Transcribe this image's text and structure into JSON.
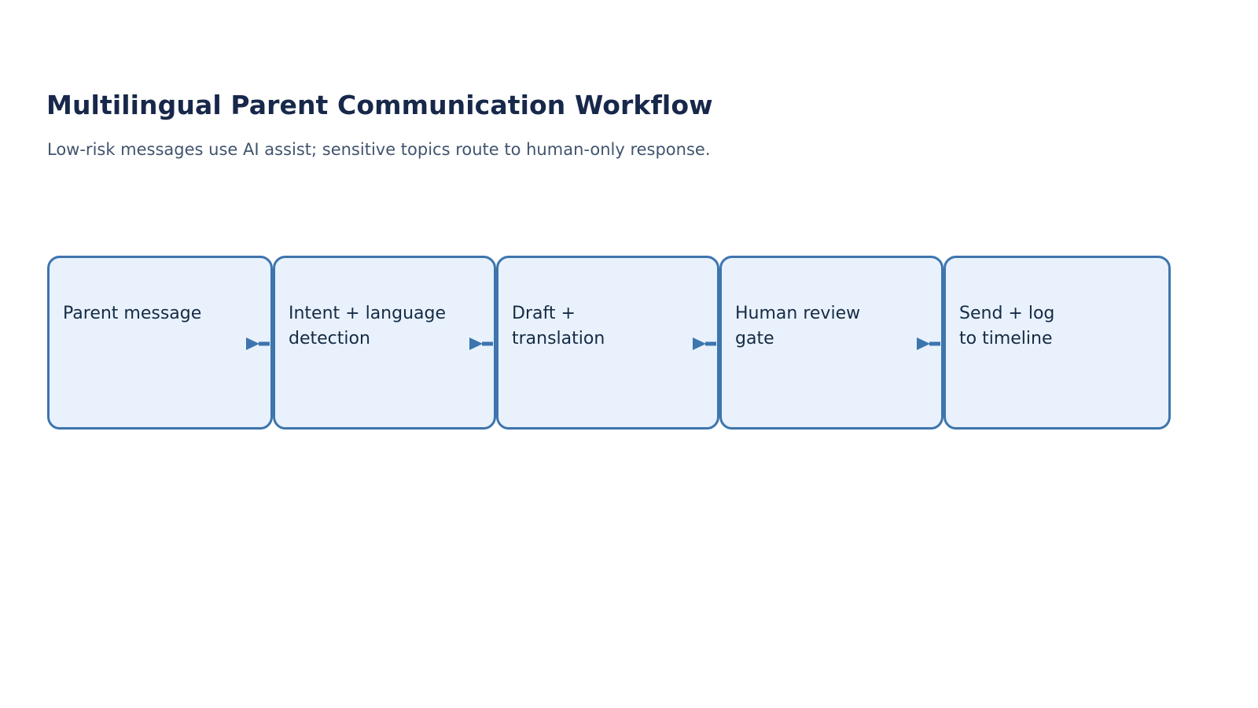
{
  "header": {
    "title": "Multilingual Parent Communication Workflow",
    "subtitle": "Low-risk messages use AI assist; sensitive topics route to human-only response."
  },
  "diagram": {
    "type": "horizontal-flow",
    "orientation": "left-to-right",
    "node_count": 5,
    "connector_count": 4,
    "connector_icon": "arrow-right-icon",
    "nodes": [
      {
        "id": "parent-message",
        "label": "Parent message"
      },
      {
        "id": "intent-language",
        "label": "Intent + language\ndetection"
      },
      {
        "id": "draft-translation",
        "label": "Draft +\ntranslation"
      },
      {
        "id": "human-review-gate",
        "label": "Human review\ngate"
      },
      {
        "id": "send-log-timeline",
        "label": "Send + log\nto timeline"
      }
    ]
  },
  "colors": {
    "background": "#ffffff",
    "title_text": "#17284a",
    "subtitle_text": "#41546e",
    "node_fill": "#e9f1fc",
    "node_border": "#3d75ae",
    "node_label_text": "#152b45",
    "connector": "#3d75ae"
  }
}
